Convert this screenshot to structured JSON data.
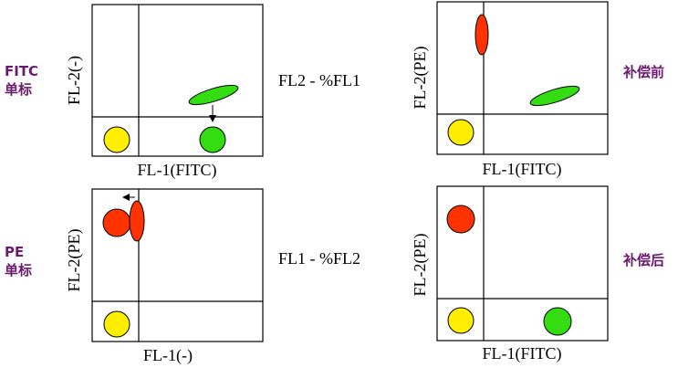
{
  "colors": {
    "side_label": "#6b1a6e",
    "green": "#33dd11",
    "yellow": "#ffee00",
    "red": "#ff3300",
    "line": "#000000"
  },
  "side_labels": {
    "fitc_line1": "FITC",
    "fitc_line2": "单标",
    "pe_line1": "PE",
    "pe_line2": "单标",
    "before": "补偿前",
    "after": "补偿后"
  },
  "equations": {
    "fl2": "FL2 - %FL1",
    "fl1": "FL1 - %FL2"
  },
  "plots": {
    "tl": {
      "xlabel": "FL-1(FITC)",
      "ylabel": "FL-2(-)"
    },
    "tr": {
      "xlabel": "FL-1(FITC)",
      "ylabel": "FL-2(PE)"
    },
    "bl": {
      "xlabel": "FL-1(-)",
      "ylabel": "FL-2(PE)"
    },
    "br": {
      "xlabel": "FL-1(FITC)",
      "ylabel": "FL-2(PE)"
    }
  }
}
